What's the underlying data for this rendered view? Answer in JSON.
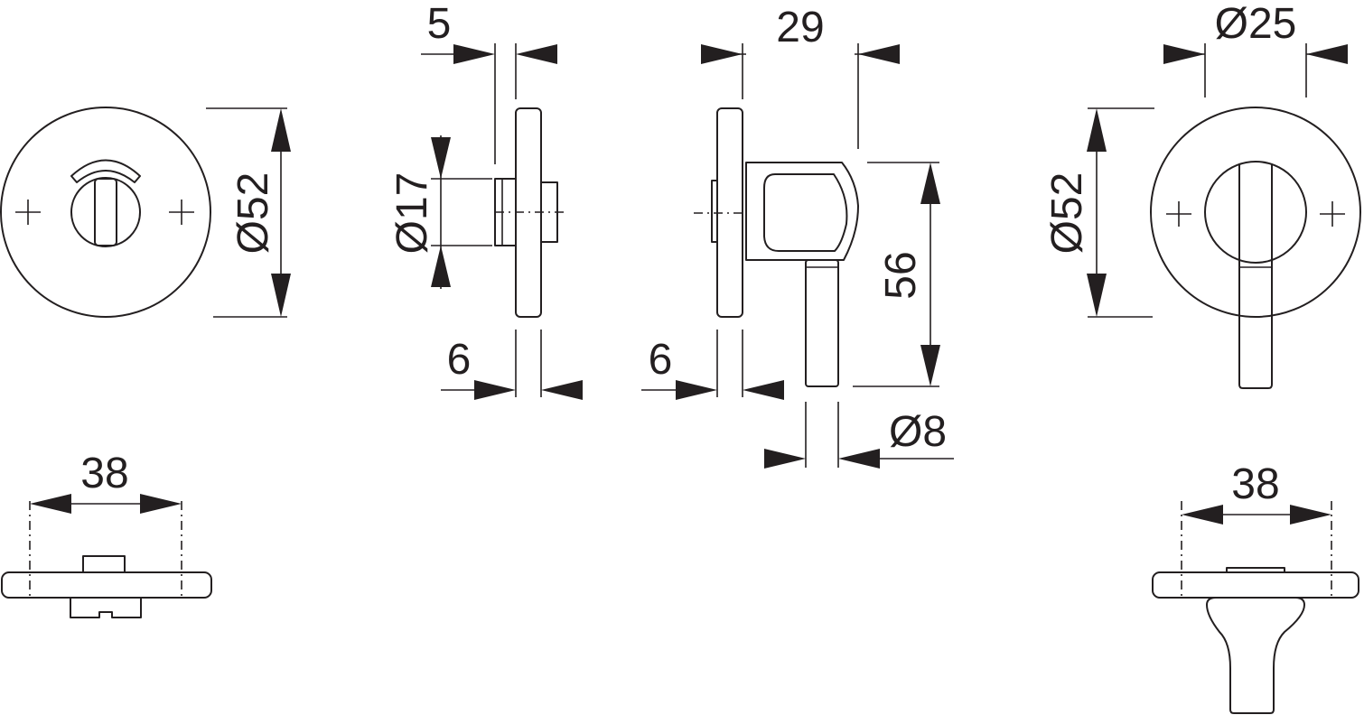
{
  "colors": {
    "ink": "#231f20",
    "background": "#ffffff"
  },
  "dimensions": {
    "front_left_diameter": "Ø52",
    "side_rose_thickness": "5",
    "side_spindle_diameter": "Ø17",
    "side_left_plate_thickness": "6",
    "side_right_plate_thickness": "6",
    "side_knob_depth": "29",
    "side_knob_height": "56",
    "side_handle_diameter": "Ø8",
    "front_right_top_diameter": "Ø25",
    "front_right_diameter": "Ø52",
    "bottom_left_width": "38",
    "bottom_right_width": "38"
  }
}
